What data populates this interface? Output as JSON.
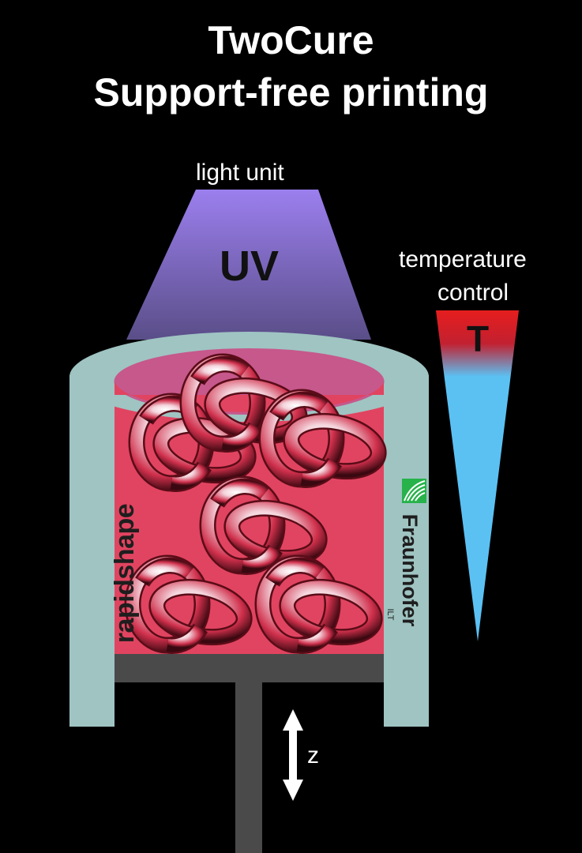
{
  "title": {
    "line1": "TwoCure",
    "line2": "Support-free printing"
  },
  "labels": {
    "light_unit": "light unit",
    "uv": "UV",
    "temperature_line1": "temperature",
    "temperature_line2": "control",
    "temperature_symbol": "T",
    "z_axis": "z"
  },
  "logos": {
    "rapidshape": "rapidshape",
    "fraunhofer": "Fraunhofer",
    "fraunhofer_sub": "ILT"
  },
  "colors": {
    "background": "#000000",
    "vat_wall": "#9fc4c2",
    "resin": "#e14460",
    "platform": "#4a4a4a",
    "uv_light": "#9b7fee",
    "temp_hot": "#e01c1c",
    "temp_cold": "#5bc1f3",
    "fraunhofer_green": "#27b24a",
    "rapidshape_red": "#d11a1a"
  }
}
